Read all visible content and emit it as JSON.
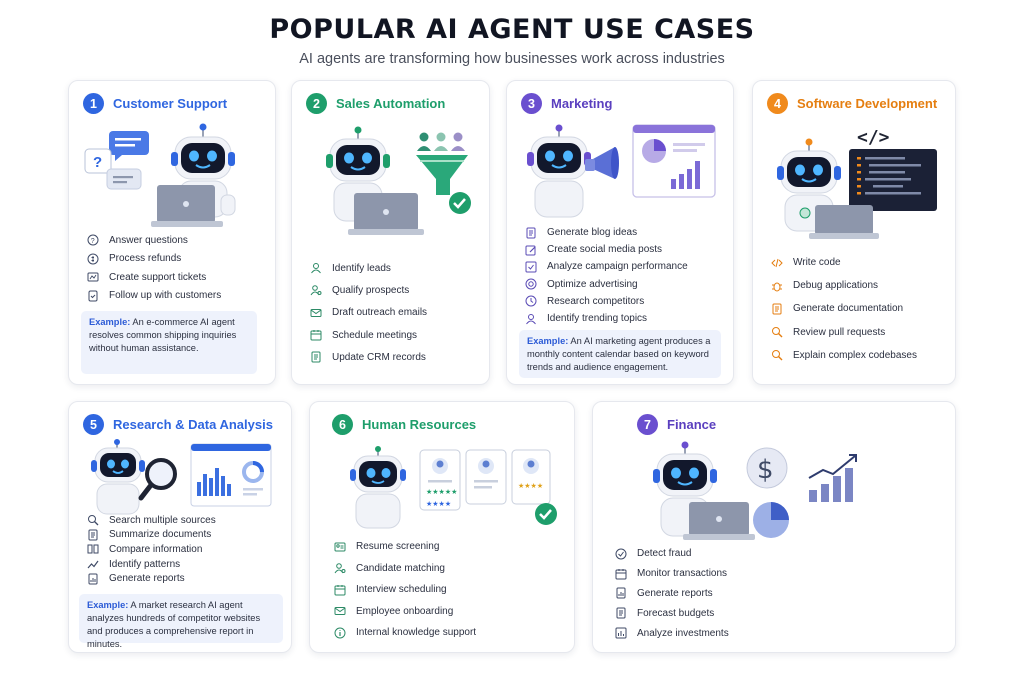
{
  "header": {
    "title": "POPULAR AI AGENT USE CASES",
    "subtitle": "AI agents are transforming how businesses work across industries"
  },
  "colors": {
    "blue": "#2f66e0",
    "green": "#1e9e6b",
    "purple": "#6a4fcf",
    "orange": "#f08a1c",
    "robot_face": "#12182c",
    "eye": "#4fb6ff"
  },
  "cards": [
    {
      "number": "1",
      "title": "Customer Support",
      "items": [
        {
          "icon": "question-circle-icon",
          "label": "Answer questions"
        },
        {
          "icon": "refund-coin-icon",
          "label": "Process refunds"
        },
        {
          "icon": "ticket-icon",
          "label": "Create support tickets"
        },
        {
          "icon": "follow-up-icon",
          "label": "Follow up with customers"
        }
      ],
      "example_label": "Example:",
      "example_text": "An e-commerce AI agent resolves common shipping inquiries without human assistance."
    },
    {
      "number": "2",
      "title": "Sales Automation",
      "items": [
        {
          "icon": "user-icon",
          "label": "Identify leads"
        },
        {
          "icon": "user-search-icon",
          "label": "Qualify prospects"
        },
        {
          "icon": "mail-icon",
          "label": "Draft outreach emails"
        },
        {
          "icon": "calendar-icon",
          "label": "Schedule meetings"
        },
        {
          "icon": "document-icon",
          "label": "Update CRM records"
        }
      ]
    },
    {
      "number": "3",
      "title": "Marketing",
      "items": [
        {
          "icon": "document-icon",
          "label": "Generate blog ideas"
        },
        {
          "icon": "edit-icon",
          "label": "Create social media posts"
        },
        {
          "icon": "check-chart-icon",
          "label": "Analyze campaign performance"
        },
        {
          "icon": "target-icon",
          "label": "Optimize advertising"
        },
        {
          "icon": "clock-search-icon",
          "label": "Research competitors"
        },
        {
          "icon": "user-icon",
          "label": "Identify trending topics"
        }
      ],
      "example_label": "Example:",
      "example_text": "An AI marketing agent produces a monthly content calendar based on keyword trends and audience engagement."
    },
    {
      "number": "4",
      "title": "Software Development",
      "items": [
        {
          "icon": "code-icon",
          "label": "Write code"
        },
        {
          "icon": "bug-icon",
          "label": "Debug applications"
        },
        {
          "icon": "document-icon",
          "label": "Generate documentation"
        },
        {
          "icon": "magnifier-icon",
          "label": "Review pull requests"
        },
        {
          "icon": "magnifier-icon",
          "label": "Explain complex codebases"
        }
      ]
    },
    {
      "number": "5",
      "title": "Research & Data Analysis",
      "items": [
        {
          "icon": "search-icon",
          "label": "Search multiple sources"
        },
        {
          "icon": "document-icon",
          "label": "Summarize documents"
        },
        {
          "icon": "compare-icon",
          "label": "Compare information"
        },
        {
          "icon": "trend-icon",
          "label": "Identify patterns"
        },
        {
          "icon": "report-icon",
          "label": "Generate reports"
        }
      ],
      "example_label": "Example:",
      "example_text": "A market research AI agent analyzes hundreds of competitor websites and produces a comprehensive report in minutes."
    },
    {
      "number": "6",
      "title": "Human Resources",
      "items": [
        {
          "icon": "resume-icon",
          "label": "Resume screening"
        },
        {
          "icon": "user-search-icon",
          "label": "Candidate matching"
        },
        {
          "icon": "calendar-icon",
          "label": "Interview scheduling"
        },
        {
          "icon": "mail-icon",
          "label": "Employee onboarding"
        },
        {
          "icon": "info-icon",
          "label": "Internal knowledge support"
        }
      ]
    },
    {
      "number": "7",
      "title": "Finance",
      "items": [
        {
          "icon": "check-shield-icon",
          "label": "Detect fraud"
        },
        {
          "icon": "calendar-icon",
          "label": "Monitor transactions"
        },
        {
          "icon": "report-icon",
          "label": "Generate reports"
        },
        {
          "icon": "document-icon",
          "label": "Forecast budgets"
        },
        {
          "icon": "chart-icon",
          "label": "Analyze investments"
        }
      ]
    }
  ]
}
